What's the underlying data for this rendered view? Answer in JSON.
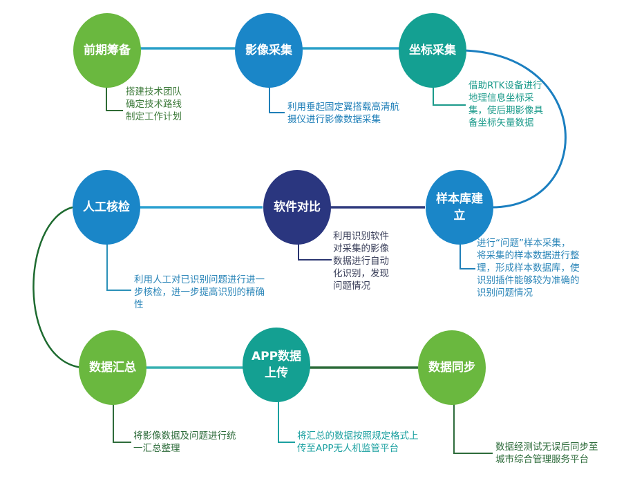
{
  "colors": {
    "green": "#6ab83f",
    "blue": "#1a86c8",
    "teal": "#14a092",
    "navy": "#2a367f"
  },
  "steps": [
    {
      "title": "前期筹备",
      "desc": "搭建技术团队\n确定技术路线\n制定工作计划"
    },
    {
      "title": "影像采集",
      "desc": "利用垂起固定翼搭载高清航\n摄仪进行影像数据采集"
    },
    {
      "title": "坐标采集",
      "desc": "借助RTK设备进行\n地理信息坐标采\n集，使后期影像具\n备坐标矢量数据"
    },
    {
      "title": "样本库建\n立",
      "desc": "进行“问题”样本采集，\n将采集的样本数据进行整\n理，形成样本数据库，使\n识别插件能够较为准确的\n识别问题情况"
    },
    {
      "title": "软件对比",
      "desc": "利用识别软件\n对采集的影像\n数据进行自动\n化识别，发现\n问题情况"
    },
    {
      "title": "人工核检",
      "desc": "利用人工对已识别问题进行进一\n步核检，进一步提高识别的精确\n性"
    },
    {
      "title": "数据汇总",
      "desc": "将影像数据及问题进行统\n一汇总整理"
    },
    {
      "title": "APP数据\n上传",
      "desc": "将汇总的数据按照规定格式上\n传至APP无人机监管平台"
    },
    {
      "title": "数据同步",
      "desc": "数据经测试无误后同步至\n城市综合管理服务平台"
    }
  ]
}
